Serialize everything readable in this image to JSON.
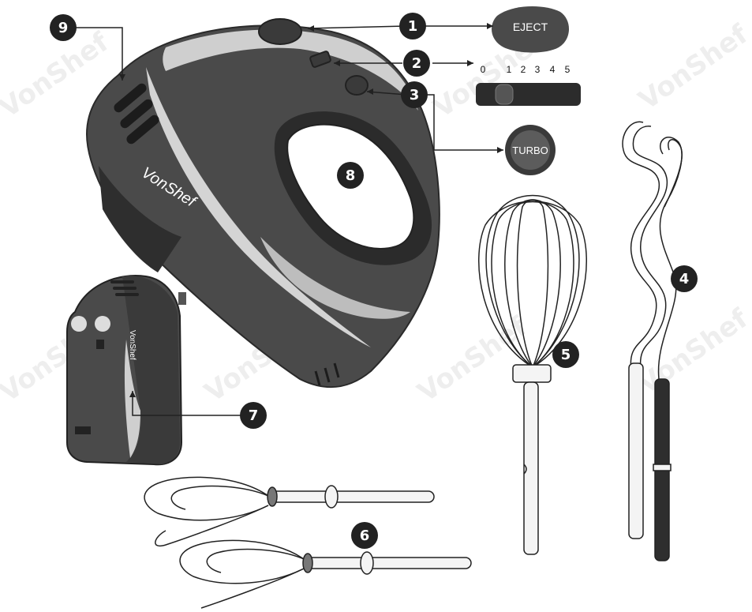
{
  "brand": "VonShef",
  "watermark": "VonShef",
  "callouts": [
    {
      "id": "1",
      "label": "1"
    },
    {
      "id": "2",
      "label": "2"
    },
    {
      "id": "3",
      "label": "3"
    },
    {
      "id": "4",
      "label": "4"
    },
    {
      "id": "5",
      "label": "5"
    },
    {
      "id": "6",
      "label": "6"
    },
    {
      "id": "7",
      "label": "7"
    },
    {
      "id": "8",
      "label": "8"
    },
    {
      "id": "9",
      "label": "9"
    }
  ],
  "eject_label": "EJECT",
  "speed_scale": [
    "0",
    "1",
    "2",
    "3",
    "4",
    "5"
  ],
  "turbo_label": "TURBO",
  "colors": {
    "body": "#4a4a4a",
    "body_dark": "#2e2e2e",
    "accent_light": "#c8c8c8",
    "badge": "#222222",
    "metal": "#e8e8e8",
    "outline": "#333333"
  }
}
